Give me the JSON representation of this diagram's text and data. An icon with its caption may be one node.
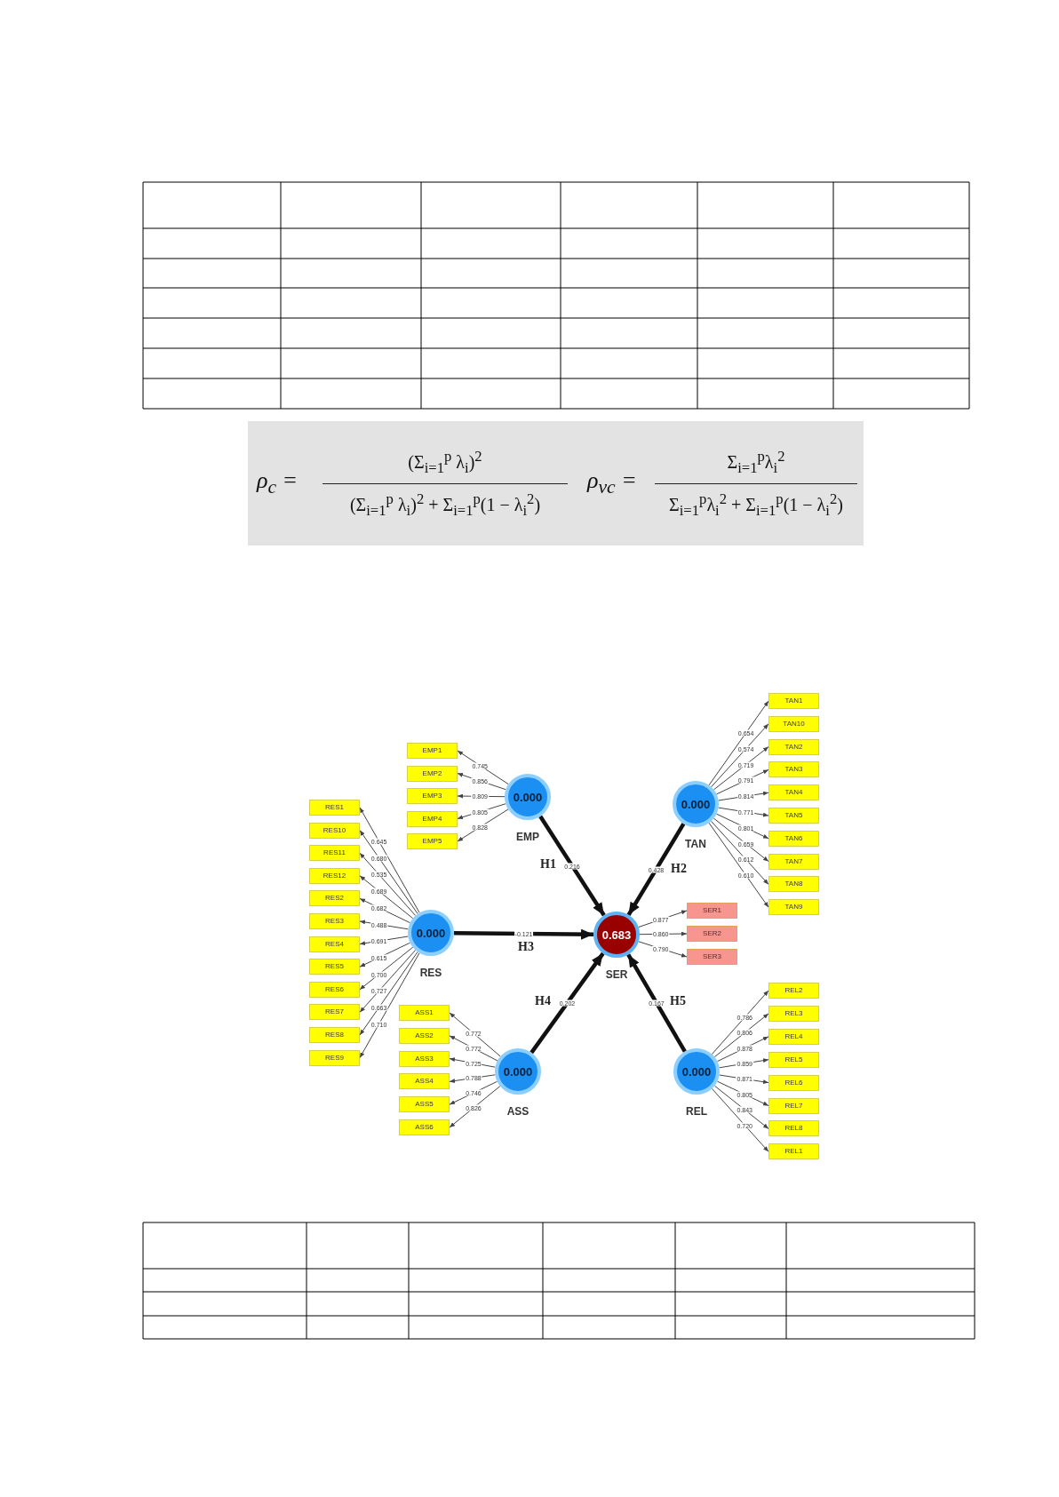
{
  "diagram": {
    "nodes": [
      {
        "text": [
          "EMP1"
        ]
      },
      {
        "text": [
          "EMP2"
        ]
      },
      {
        "text": [
          "EMP3"
        ]
      },
      {
        "text": [
          "EMP4"
        ]
      },
      {
        "text": [
          "EMP5"
        ]
      },
      {
        "text": [
          "0.000"
        ],
        "beside": [
          "EMP"
        ]
      },
      {
        "text": [
          "0.000"
        ],
        "beside": [
          "TAN"
        ]
      },
      {
        "text": [
          "TAN1"
        ]
      },
      {
        "text": [
          "TAN10"
        ]
      },
      {
        "text": [
          "TAN2"
        ]
      },
      {
        "text": [
          "TAN3"
        ]
      },
      {
        "text": [
          "TAN4"
        ]
      },
      {
        "text": [
          "TAN5"
        ]
      },
      {
        "text": [
          "TAN6"
        ]
      },
      {
        "text": [
          "TAN7"
        ]
      },
      {
        "text": [
          "TAN8"
        ]
      },
      {
        "text": [
          "TAN9"
        ]
      },
      {
        "text": [
          "RES1"
        ]
      },
      {
        "text": [
          "RES10"
        ]
      },
      {
        "text": [
          "RES11"
        ]
      },
      {
        "text": [
          "RES12"
        ]
      },
      {
        "text": [
          "RES2"
        ]
      },
      {
        "text": [
          "RES3"
        ]
      },
      {
        "text": [
          "RES4"
        ]
      },
      {
        "text": [
          "RES5"
        ]
      },
      {
        "text": [
          "RES6"
        ]
      },
      {
        "text": [
          "RES7"
        ]
      },
      {
        "text": [
          "RES8"
        ]
      },
      {
        "text": [
          "RES9"
        ]
      },
      {
        "text": [
          "0.000"
        ],
        "beside": [
          "RES"
        ]
      },
      {
        "text": [
          "0.683"
        ],
        "beside": [
          "SER"
        ]
      },
      {
        "text": [
          "SER1"
        ]
      },
      {
        "text": [
          "SER2"
        ]
      },
      {
        "text": [
          "SER3"
        ]
      },
      {
        "text": [
          "ASS1"
        ]
      },
      {
        "text": [
          "ASS2"
        ]
      },
      {
        "text": [
          "ASS3"
        ]
      },
      {
        "text": [
          "ASS4"
        ]
      },
      {
        "text": [
          "ASS5"
        ]
      },
      {
        "text": [
          "ASS6"
        ]
      },
      {
        "text": [
          "0.000"
        ],
        "beside": [
          "ASS"
        ]
      },
      {
        "text": [
          "0.000"
        ],
        "beside": [
          "REL"
        ]
      },
      {
        "text": [
          "REL2"
        ]
      },
      {
        "text": [
          "REL3"
        ]
      },
      {
        "text": [
          "REL4"
        ]
      },
      {
        "text": [
          "REL5"
        ]
      },
      {
        "text": [
          "REL6"
        ]
      },
      {
        "text": [
          "REL7"
        ]
      },
      {
        "text": [
          "REL8"
        ]
      },
      {
        "text": [
          "REL1"
        ]
      }
    ],
    "edges": [
      {
        "from": 5,
        "to": 0,
        "arrow": "to",
        "label": "0.745"
      },
      {
        "from": 5,
        "to": 1,
        "arrow": "to",
        "label": "0.856"
      },
      {
        "from": 5,
        "to": 2,
        "arrow": "to",
        "label": "0.809"
      },
      {
        "from": 5,
        "to": 3,
        "arrow": "to",
        "label": "0.805"
      },
      {
        "from": 5,
        "to": 4,
        "arrow": "to",
        "label": "0.828"
      },
      {
        "from": 6,
        "to": 7,
        "arrow": "to",
        "label": "0.654"
      },
      {
        "from": 6,
        "to": 8,
        "arrow": "to",
        "label": "0.574"
      },
      {
        "from": 6,
        "to": 9,
        "arrow": "to",
        "label": "0.719"
      },
      {
        "from": 6,
        "to": 10,
        "arrow": "to",
        "label": "0.791"
      },
      {
        "from": 6,
        "to": 11,
        "arrow": "to",
        "label": "0.814"
      },
      {
        "from": 6,
        "to": 12,
        "arrow": "to",
        "label": "0.771"
      },
      {
        "from": 6,
        "to": 13,
        "arrow": "to",
        "label": "0.801"
      },
      {
        "from": 6,
        "to": 14,
        "arrow": "to",
        "label": "0.659"
      },
      {
        "from": 6,
        "to": 15,
        "arrow": "to",
        "label": "0.612"
      },
      {
        "from": 6,
        "to": 16,
        "arrow": "to",
        "label": "0.610"
      },
      {
        "from": 29,
        "to": 17,
        "arrow": "to",
        "label": "0.645"
      },
      {
        "from": 29,
        "to": 18,
        "arrow": "to",
        "label": "0.680"
      },
      {
        "from": 29,
        "to": 19,
        "arrow": "to",
        "label": "0.535"
      },
      {
        "from": 29,
        "to": 20,
        "arrow": "to",
        "label": "0.689"
      },
      {
        "from": 29,
        "to": 21,
        "arrow": "to",
        "label": "0.682"
      },
      {
        "from": 29,
        "to": 22,
        "arrow": "to",
        "label": "0.488"
      },
      {
        "from": 29,
        "to": 23,
        "arrow": "to",
        "label": "0.691"
      },
      {
        "from": 29,
        "to": 24,
        "arrow": "to",
        "label": "0.615"
      },
      {
        "from": 29,
        "to": 25,
        "arrow": "to",
        "label": "0.700"
      },
      {
        "from": 29,
        "to": 26,
        "arrow": "to",
        "label": "0.727"
      },
      {
        "from": 29,
        "to": 27,
        "arrow": "to",
        "label": "0.663"
      },
      {
        "from": 29,
        "to": 28,
        "arrow": "to",
        "label": "0.710"
      },
      {
        "from": 30,
        "to": 31,
        "arrow": "to",
        "label": "0.877"
      },
      {
        "from": 30,
        "to": 32,
        "arrow": "to",
        "label": "0.860"
      },
      {
        "from": 30,
        "to": 33,
        "arrow": "to",
        "label": "0.790"
      },
      {
        "from": 40,
        "to": 34,
        "arrow": "to",
        "label": "0.772"
      },
      {
        "from": 40,
        "to": 35,
        "arrow": "to",
        "label": "0.772"
      },
      {
        "from": 40,
        "to": 36,
        "arrow": "to",
        "label": "0.725"
      },
      {
        "from": 40,
        "to": 37,
        "arrow": "to",
        "label": "0.788"
      },
      {
        "from": 40,
        "to": 38,
        "arrow": "to",
        "label": "0.746"
      },
      {
        "from": 40,
        "to": 39,
        "arrow": "to",
        "label": "0.826"
      },
      {
        "from": 41,
        "to": 42,
        "arrow": "to",
        "label": "0.786"
      },
      {
        "from": 41,
        "to": 43,
        "arrow": "to",
        "label": "0.806"
      },
      {
        "from": 41,
        "to": 44,
        "arrow": "to",
        "label": "0.878"
      },
      {
        "from": 41,
        "to": 45,
        "arrow": "to",
        "label": "0.859"
      },
      {
        "from": 41,
        "to": 46,
        "arrow": "to",
        "label": "0.871"
      },
      {
        "from": 41,
        "to": 47,
        "arrow": "to",
        "label": "0.805"
      },
      {
        "from": 41,
        "to": 48,
        "arrow": "to",
        "label": "0.843"
      },
      {
        "from": 41,
        "to": 49,
        "arrow": "to",
        "label": "0.720"
      },
      {
        "from": 5,
        "to": 30,
        "arrow": "to",
        "label": "0.216",
        "style": "thick"
      },
      {
        "from": 6,
        "to": 30,
        "arrow": "to",
        "label": "0.428",
        "style": "thick"
      },
      {
        "from": 29,
        "to": 30,
        "arrow": "to",
        "label": "-0.121",
        "style": "thick"
      },
      {
        "from": 40,
        "to": 30,
        "arrow": "to",
        "label": "0.202",
        "style": "thick"
      },
      {
        "from": 41,
        "to": 30,
        "arrow": "to",
        "label": "0.167",
        "style": "thick"
      }
    ],
    "labels": [
      "ρ$_{c}$ =",
      "(Σ$_{i=1}$$^{p}$ λ$_{i}$)$^{2}$",
      "(Σ$_{i=1}$$^{p}$ λ$_{i}$)$^{2}$ + Σ$_{i=1}$$^{p}$(1 − λ$_{i}$$^{2}$)",
      "ρ$_{vc}$ =",
      "Σ$_{i=1}$$^{p}$λ$_{i}$$^{2}$",
      "Σ$_{i=1}$$^{p}$λ$_{i}$$^{2}$ + Σ$_{i=1}$$^{p}$(1 − λ$_{i}$$^{2}$)",
      "H1",
      "H2",
      "H3",
      "H4",
      "H5"
    ]
  }
}
